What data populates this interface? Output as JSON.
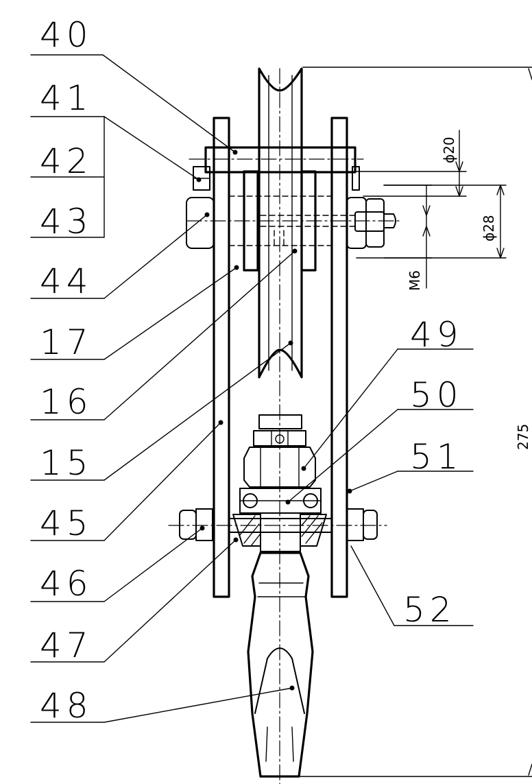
{
  "callouts_left": [
    "40",
    "41",
    "42",
    "43",
    "44",
    "17",
    "16",
    "15",
    "45",
    "46",
    "47",
    "48"
  ],
  "callouts_right": [
    "49",
    "50",
    "51",
    "52"
  ],
  "dimensions": {
    "d20": "ϕ20",
    "d28": "ϕ28",
    "m6": "M6",
    "length": "275"
  }
}
